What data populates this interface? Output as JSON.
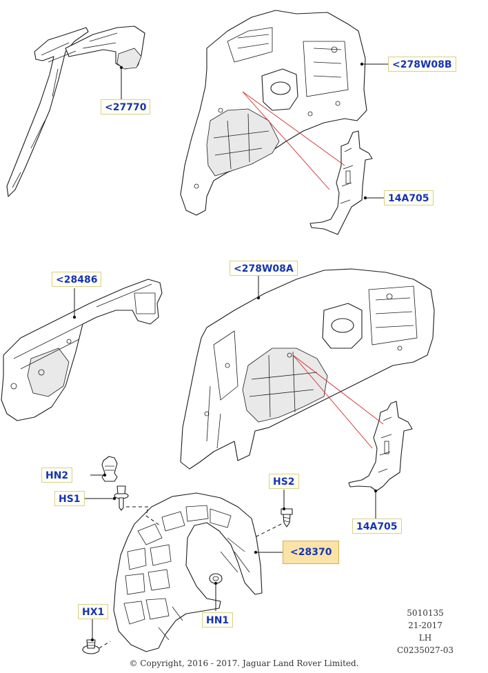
{
  "callouts": {
    "p27770": "<27770",
    "p278w08b": "<278W08B",
    "p14a705_top": "14A705",
    "p28486": "<28486",
    "p278w08a": "<278W08A",
    "p14a705_bottom": "14A705",
    "hn2": "HN2",
    "hs1": "HS1",
    "hs2": "HS2",
    "p28370": "<28370",
    "hx1": "HX1",
    "hn1": "HN1"
  },
  "highlighted_callout": "<28370",
  "meta": {
    "line1": "5010135",
    "line2": "21-2017",
    "line3": "LH",
    "line4": "C0235027-03"
  },
  "copyright": "© Copyright, 2016 - 2017. Jaguar Land Rover Limited.",
  "colors": {
    "callout_text": "#1433b8",
    "callout_highlight": "#fbe3a6",
    "guide_line": "#d12a2a"
  }
}
